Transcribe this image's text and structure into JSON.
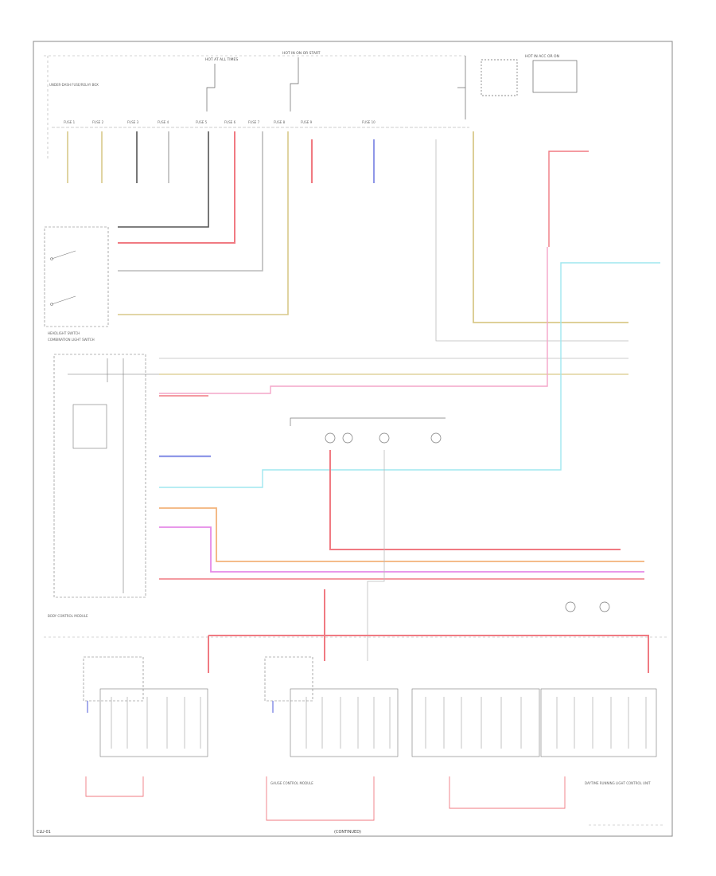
{
  "diagram": {
    "top_labels": {
      "hot_at_all_times": "HOT AT ALL TIMES",
      "hot_in_on": "HOT IN ON OR START",
      "hot_in_acc": "HOT IN ACC OR ON"
    },
    "fuse_box_title": "UNDER-DASH FUSE/RELAY BOX",
    "fuses": [
      "FUSE 1",
      "FUSE 2",
      "FUSE 3",
      "FUSE 4",
      "FUSE 5",
      "FUSE 6",
      "FUSE 7",
      "FUSE 8",
      "FUSE 9",
      "FUSE 10"
    ],
    "switches": {
      "headlight": "HEADLIGHT SWITCH",
      "combination": "COMBINATION LIGHT SWITCH"
    },
    "modules": {
      "body_control": "BODY CONTROL MODULE",
      "gauge": "GAUGE CONTROL MODULE",
      "daytime": "DAYTIME RUNNING LIGHT CONTROL UNIT"
    },
    "bottom_caption": "(CONTINUED)",
    "page_ref": "CLU-01"
  },
  "colors": {
    "red": "#f07a82",
    "pink": "#f4a6c9",
    "yellow": "#d9c98a",
    "orange": "#f2b27a",
    "blue": "#8f97e8",
    "cyan": "#9fe7ef",
    "magenta": "#e58ae8",
    "dark": "#555555",
    "gray": "#b5b5b5"
  }
}
